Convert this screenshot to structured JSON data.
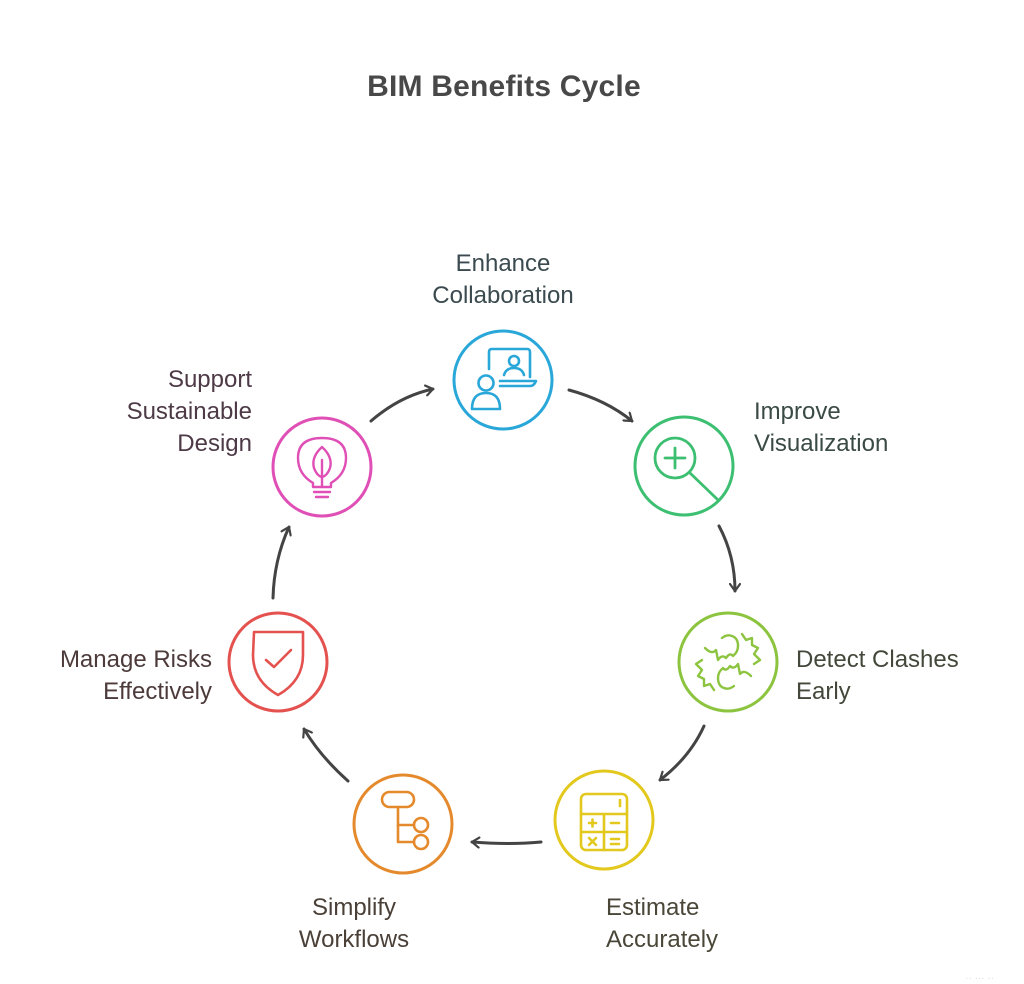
{
  "title": "BIM Benefits Cycle",
  "nodes": [
    {
      "id": "enhance-collaboration",
      "label": "Enhance\nCollaboration",
      "icon": "video-conference-icon",
      "color": "#2aa7d9",
      "text_color": "#3a4a4f"
    },
    {
      "id": "improve-visualization",
      "label": "Improve\nVisualization",
      "icon": "zoom-in-icon",
      "color": "#3dbf72",
      "text_color": "#3a4a44"
    },
    {
      "id": "detect-clashes-early",
      "label": "Detect Clashes\nEarly",
      "icon": "fist-bump-clash-icon",
      "color": "#8cc43f",
      "text_color": "#43483a"
    },
    {
      "id": "estimate-accurately",
      "label": "Estimate\nAccurately",
      "icon": "calculator-icon",
      "color": "#e3c81d",
      "text_color": "#4a4638"
    },
    {
      "id": "simplify-workflows",
      "label": "Simplify\nWorkflows",
      "icon": "workflow-tree-icon",
      "color": "#e58a2c",
      "text_color": "#4a4038"
    },
    {
      "id": "manage-risks-effectively",
      "label": "Manage Risks\nEffectively",
      "icon": "shield-check-icon",
      "color": "#e4524f",
      "text_color": "#4d3a3a"
    },
    {
      "id": "support-sustainable-design",
      "label": "Support\nSustainable\nDesign",
      "icon": "eco-lightbulb-icon",
      "color": "#df4fb5",
      "text_color": "#4d3a46"
    }
  ],
  "arrow_color": "#444444",
  "watermark": "·· ··· ··"
}
